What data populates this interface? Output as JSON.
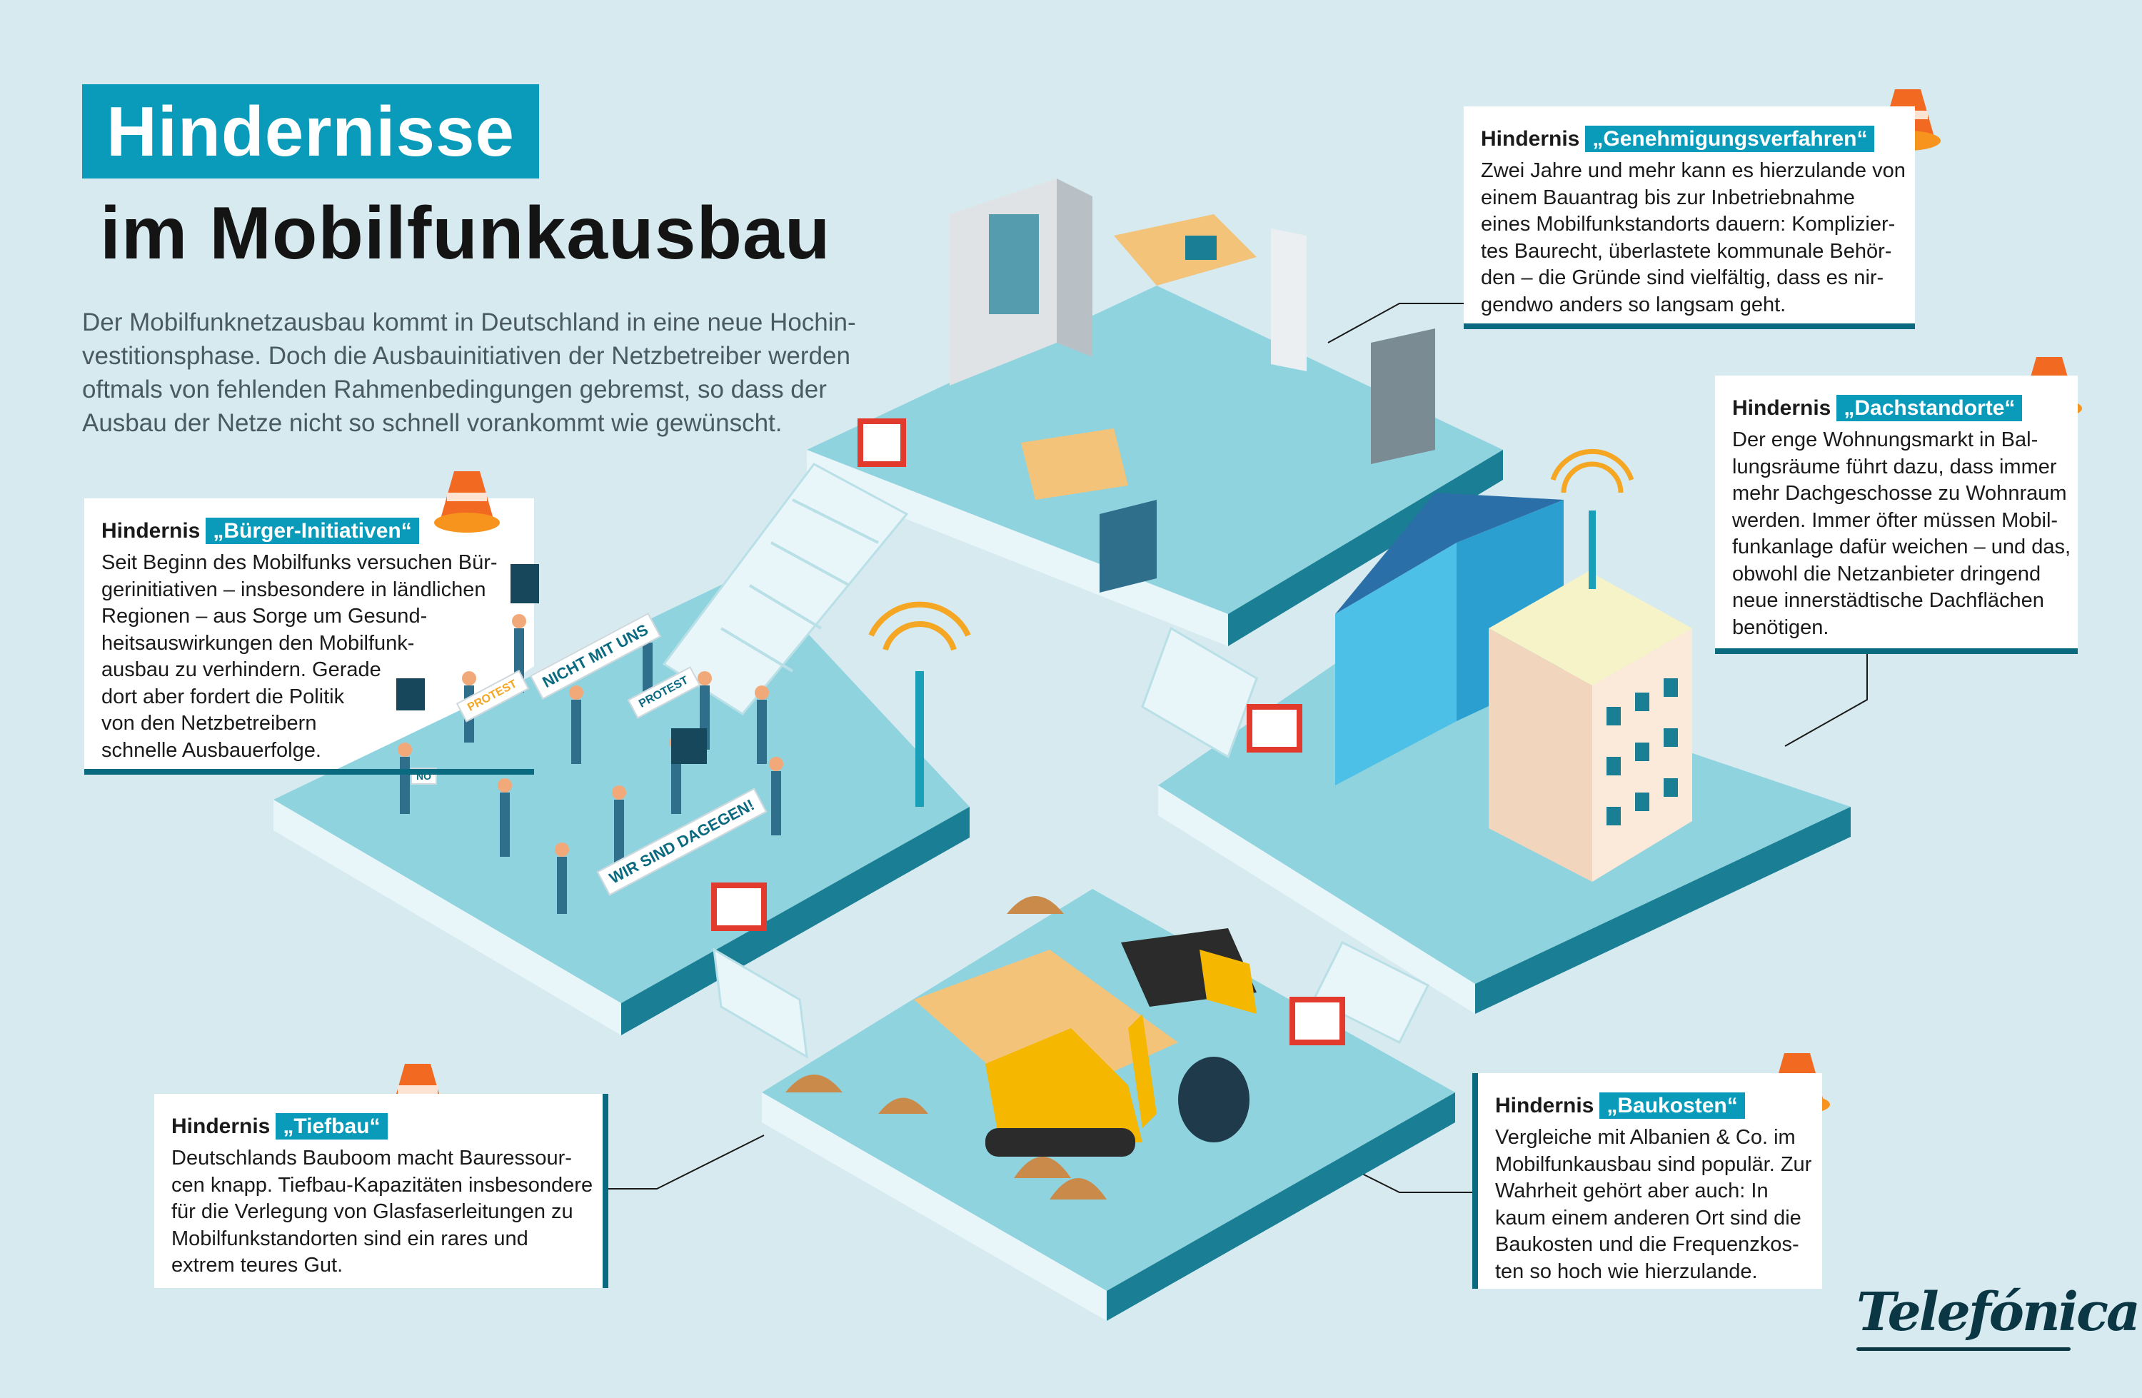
{
  "title": {
    "line1": "Hindernisse",
    "line2": "im Mobilfunkausbau"
  },
  "intro": [
    "Der Mobilfunknetzausbau kommt in Deutschland in eine neue Hochin-",
    "vestitionsphase. Doch die Ausbauinitiativen der Netzbetreiber werden",
    "oftmals von fehlenden Rahmenbedingungen gebremst, so dass der",
    "Ausbau der Netze nicht so schnell vorankommt wie gewünscht."
  ],
  "obstacles": {
    "genehmigung": {
      "prefix": "Hindernis",
      "tag": "„Genehmigungsverfahren“",
      "lines": [
        "Zwei Jahre und mehr kann es hierzulande von",
        "einem Bauantrag bis zur Inbetriebnahme",
        "eines Mobilfunkstandorts dauern: Komplizier-",
        "tes Baurecht, überlastete kommunale Behör-",
        "den –  die Gründe sind vielfältig, dass es nir-",
        "gendwo anders so langsam geht."
      ]
    },
    "dach": {
      "prefix": "Hindernis",
      "tag": "„Dachstandorte“",
      "lines": [
        "Der enge Wohnungsmarkt in Bal-",
        "lungsräume führt dazu, dass immer",
        "mehr Dachgeschosse zu Wohnraum",
        "werden. Immer öfter müssen Mobil-",
        "funkanlage dafür weichen – und das,",
        "obwohl die Netzanbieter dringend",
        "neue innerstädtische Dachflächen",
        "benötigen."
      ]
    },
    "buerger": {
      "prefix": "Hindernis",
      "tag": "„Bürger-Initiativen“",
      "lines": [
        "Seit Beginn des Mobilfunks versuchen Bür-",
        "gerinitiativen – insbesondere in ländlichen",
        "Regionen – aus Sorge um Gesund-",
        "heitsauswirkungen den Mobilfunk-",
        "ausbau zu verhindern. Gerade",
        "dort aber fordert die Politik",
        "von den Netzbetreibern",
        "schnelle Ausbauerfolge."
      ]
    },
    "tiefbau": {
      "prefix": "Hindernis",
      "tag": "„Tiefbau“",
      "lines": [
        "Deutschlands Bauboom macht Bauressour-",
        "cen knapp. Tiefbau-Kapazitäten insbesondere",
        "für die Verlegung von Glasfaserleitungen zu",
        "Mobilfunkstandorten sind ein rares und",
        "extrem teures Gut."
      ]
    },
    "baukosten": {
      "prefix": "Hindernis",
      "tag": "„Baukosten“",
      "lines": [
        "Vergleiche mit Albanien & Co. im",
        "Mobilfunkausbau sind populär. Zur",
        "Wahrheit gehört aber auch: In",
        "kaum einem anderen Ort sind die",
        "Baukosten und die Frequenzkos-",
        "ten so hoch wie hierzulande."
      ]
    }
  },
  "signs": {
    "nicht": "NICHT MIT UNS",
    "dagegen": "WIR SIND DAGEGEN!",
    "protest1": "PROTEST",
    "protest2": "PROTEST",
    "no": "NO"
  },
  "logo": "Telefónica",
  "colors": {
    "accent": "#0a9bba",
    "dark": "#0a6a80",
    "platform": "#8fd3df",
    "background": "#d6eaf0",
    "cone": "#f26a21"
  }
}
